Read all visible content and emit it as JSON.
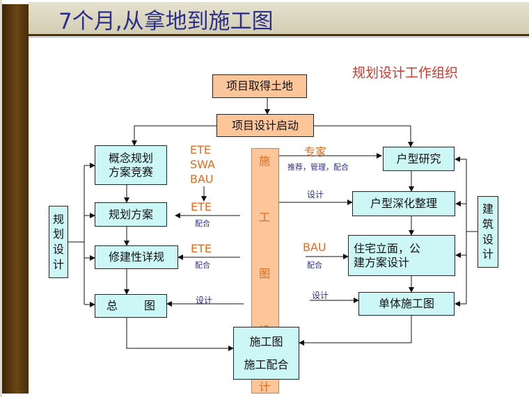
{
  "page_title": "7个月,从拿地到施工图",
  "diagram_title": "规划设计工作组织",
  "nodes": {
    "land": "项目取得土地",
    "kickoff": "项目设计启动",
    "concept_line1": "概念规划",
    "concept_line2": "方案竞赛",
    "plan": "规划方案",
    "detail": "修建性详规",
    "master_a": "总",
    "master_b": "图",
    "unit_study": "户型研究",
    "unit_deepen": "户型深化整理",
    "facade_line1": "住宅立面，公",
    "facade_line2": "建方案设计",
    "single_cd": "单体施工图",
    "cd_final_1": "施工图",
    "cd_final_2": "施工配合"
  },
  "side_labels": {
    "planning": [
      "规",
      "划",
      "设",
      "计"
    ],
    "architecture": [
      "建",
      "筑",
      "设",
      "计"
    ],
    "construction": [
      "施",
      "工",
      "图",
      "设",
      "计"
    ]
  },
  "edge_labels": {
    "consultants": [
      "ETE",
      "SWA",
      "BAU"
    ],
    "ete_plan": "ETE",
    "ete_plan_note": "配合",
    "ete_detail": "ETE",
    "ete_detail_note": "配合",
    "design_master": "设计",
    "expert": "专家",
    "expert_note": "推荐，管理，配合",
    "design_deepen": "设计",
    "bau": "BAU",
    "bau_note": "配合",
    "design_single": "设计"
  }
}
